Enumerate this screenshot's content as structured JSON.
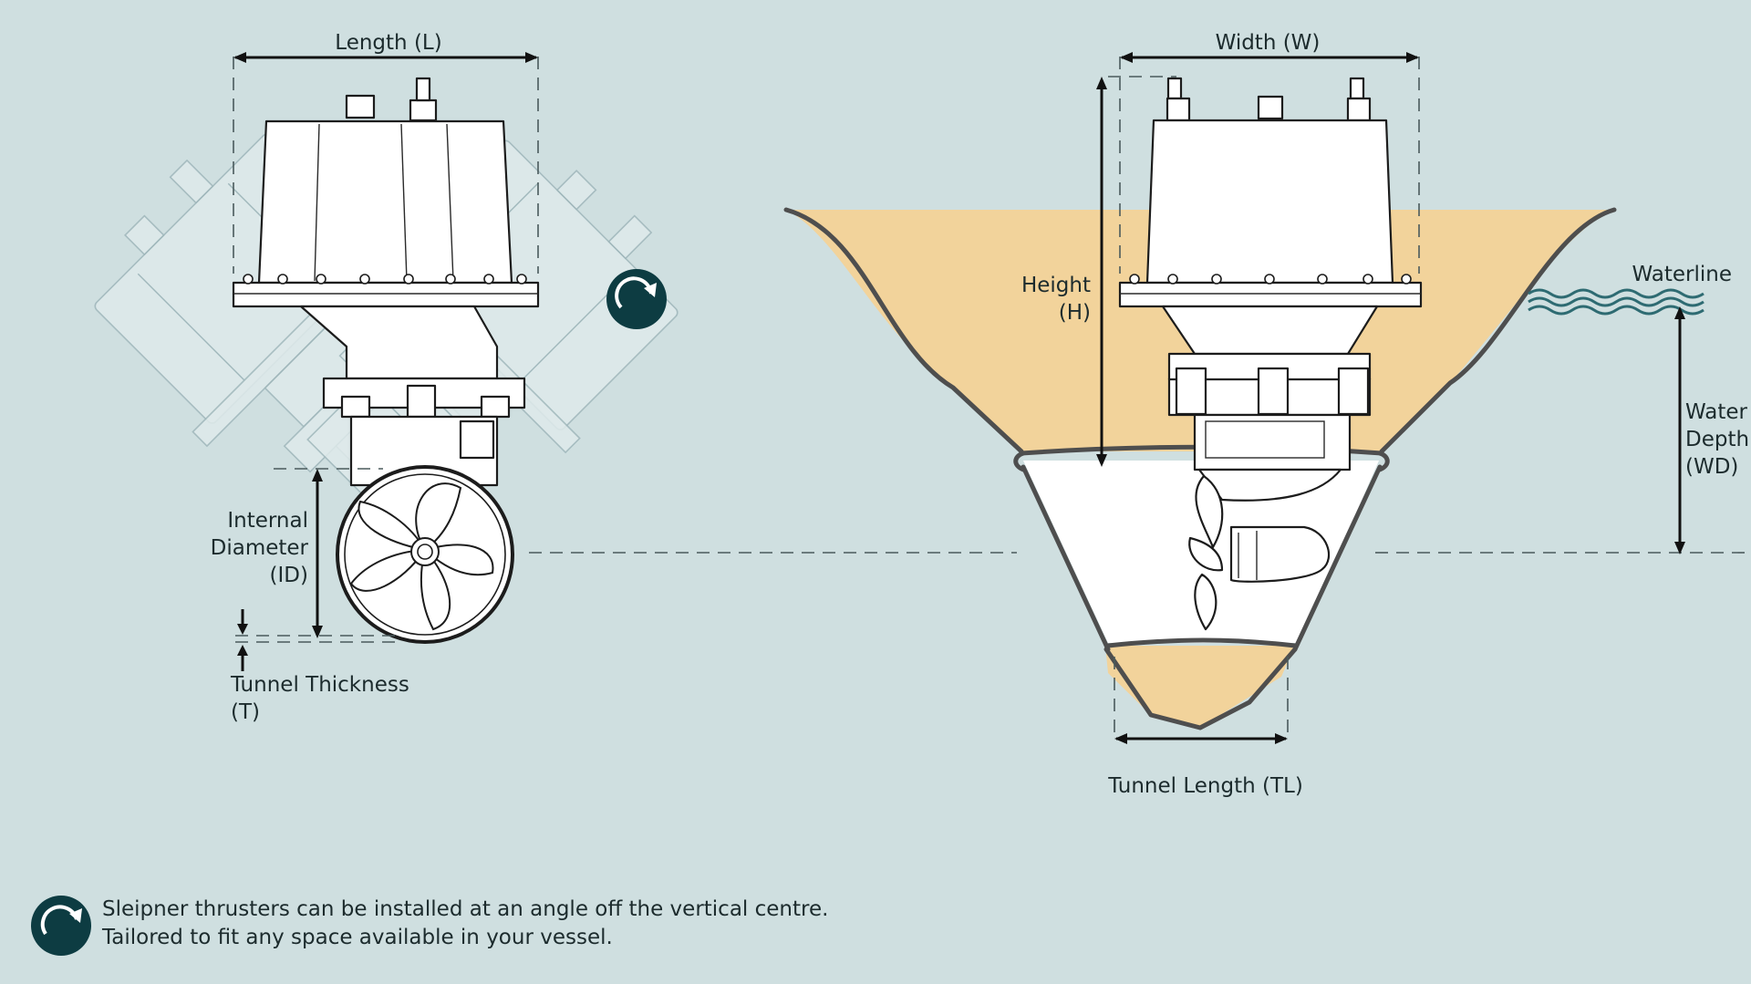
{
  "labels": {
    "length": "Length (L)",
    "width": "Width (W)",
    "height_line1": "Height",
    "height_line2": "(H)",
    "waterline": "Waterline",
    "water_depth_line1": "Water",
    "water_depth_line2": "Depth",
    "water_depth_line3": "(WD)",
    "internal_diameter_line1": "Internal",
    "internal_diameter_line2": "Diameter",
    "internal_diameter_line3": "(ID)",
    "tunnel_thickness_line1": "Tunnel Thickness",
    "tunnel_thickness_line2": "(T)",
    "tunnel_length": "Tunnel Length (TL)"
  },
  "footer": {
    "line1": "Sleipner thrusters can be installed at an angle off the vertical centre.",
    "line2": "Tailored to fit any space available in your vessel."
  },
  "icons": {
    "rotate": "rotate-arrow-icon"
  },
  "colors": {
    "background": "#cfdfe0",
    "hull_fill": "#f2d39b",
    "badge": "#0d3c42",
    "water_lines": "#2e6b72"
  }
}
